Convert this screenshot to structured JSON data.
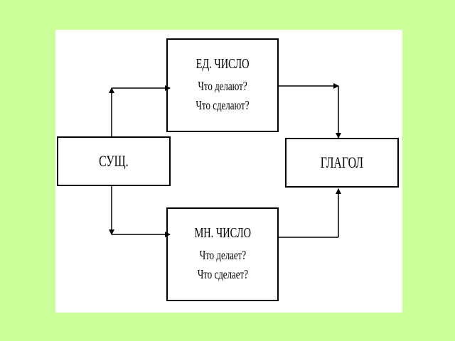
{
  "diagram": {
    "noun_label": "СУЩ.",
    "verb_label": "ГЛАГОЛ",
    "singular": {
      "title": "ЕД. ЧИСЛО",
      "q1": "Что делают?",
      "q2": "Что сделают?"
    },
    "plural": {
      "title": "МН. ЧИСЛО",
      "q1": "Что делает?",
      "q2": "Что сделает?"
    }
  },
  "colors": {
    "background": "#ccff99",
    "panel": "#ffffff",
    "ink": "#000000"
  }
}
